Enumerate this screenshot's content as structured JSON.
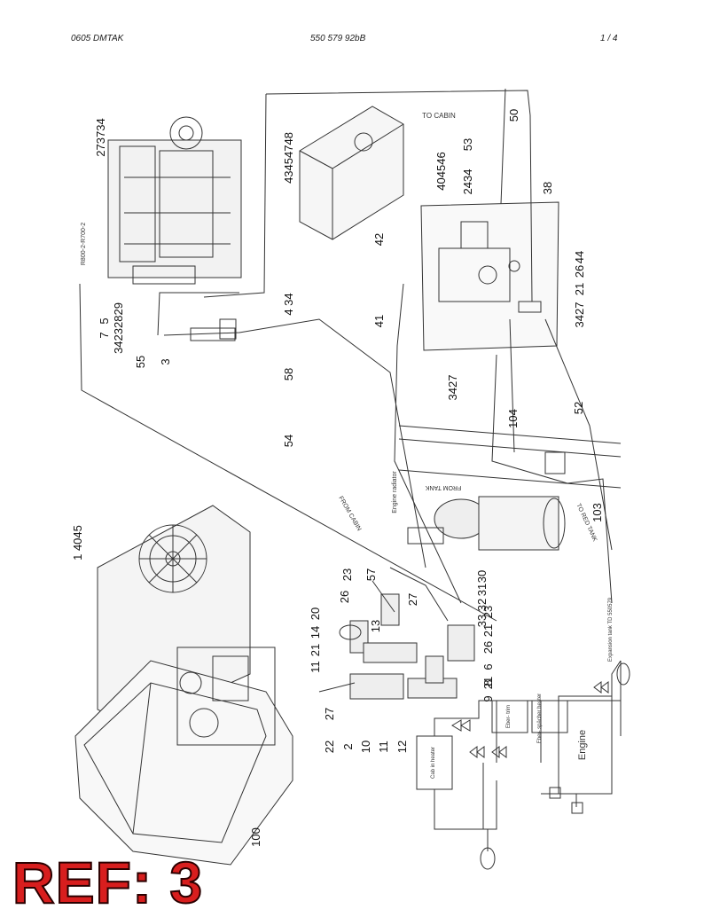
{
  "header": {
    "left": "0605 DMTAK",
    "center": "550 579 92bB",
    "right": "1 /   4"
  },
  "ref_label": "REF: 3",
  "callouts": [
    {
      "id": "c273734",
      "text": "273734"
    },
    {
      "id": "c43454748",
      "text": "43454748"
    },
    {
      "id": "c50",
      "text": "50"
    },
    {
      "id": "c53",
      "text": "53"
    },
    {
      "id": "c404546",
      "text": "404546"
    },
    {
      "id": "c2434",
      "text": "2434"
    },
    {
      "id": "c38",
      "text": "38"
    },
    {
      "id": "c44",
      "text": "44"
    },
    {
      "id": "c26",
      "text": "26"
    },
    {
      "id": "c21",
      "text": "21"
    },
    {
      "id": "c3427a",
      "text": "3427"
    },
    {
      "id": "c7",
      "text": "7"
    },
    {
      "id": "c5",
      "text": "5"
    },
    {
      "id": "c3423",
      "text": "34232829"
    },
    {
      "id": "c434",
      "text": "4 34"
    },
    {
      "id": "c55",
      "text": "55"
    },
    {
      "id": "c3",
      "text": "3"
    },
    {
      "id": "c58",
      "text": "58"
    },
    {
      "id": "c3427b",
      "text": "3427"
    },
    {
      "id": "c104",
      "text": "104"
    },
    {
      "id": "c52",
      "text": "52"
    },
    {
      "id": "c54",
      "text": "54"
    },
    {
      "id": "c103",
      "text": "103"
    },
    {
      "id": "c14045",
      "text": "1 4045"
    },
    {
      "id": "c30",
      "text": "30"
    },
    {
      "id": "c31",
      "text": "31"
    },
    {
      "id": "c32",
      "text": "32"
    },
    {
      "id": "c33",
      "text": "33"
    },
    {
      "id": "c57",
      "text": "57"
    },
    {
      "id": "c23a",
      "text": "23"
    },
    {
      "id": "c26b",
      "text": "26"
    },
    {
      "id": "c27a",
      "text": "27"
    },
    {
      "id": "c20",
      "text": "20"
    },
    {
      "id": "c14",
      "text": "14"
    },
    {
      "id": "c21b",
      "text": "21"
    },
    {
      "id": "c13",
      "text": "13"
    },
    {
      "id": "c23b",
      "text": "23"
    },
    {
      "id": "c21c",
      "text": "21"
    },
    {
      "id": "c26c",
      "text": "26"
    },
    {
      "id": "c11a",
      "text": "11"
    },
    {
      "id": "c6",
      "text": "6"
    },
    {
      "id": "c8",
      "text": "8"
    },
    {
      "id": "c9",
      "text": "9"
    },
    {
      "id": "c21d",
      "text": "21"
    },
    {
      "id": "c27b",
      "text": "27"
    },
    {
      "id": "c22",
      "text": "22"
    },
    {
      "id": "c2",
      "text": "2"
    },
    {
      "id": "c10",
      "text": "10"
    },
    {
      "id": "c11b",
      "text": "11"
    },
    {
      "id": "c12",
      "text": "12"
    },
    {
      "id": "c100",
      "text": "100"
    },
    {
      "id": "c41",
      "text": "41"
    },
    {
      "id": "c42",
      "text": "42"
    }
  ],
  "labels": {
    "to_cabin": "TO CABIN",
    "from_tank": "FROM TANK",
    "from_cabin": "FROM CABIN",
    "engine_radiator": "Engine radiator",
    "to_reg_tank": "TO RED TANK",
    "engine": "Engine",
    "eberspacher": "Eber- spächer heater",
    "ebertrim": "Eber- trim",
    "cab_heater": "Cab in heater",
    "expansion_tank": "Expansion tank TD 550579",
    "drawing_no": "R800-2-R700-2"
  }
}
